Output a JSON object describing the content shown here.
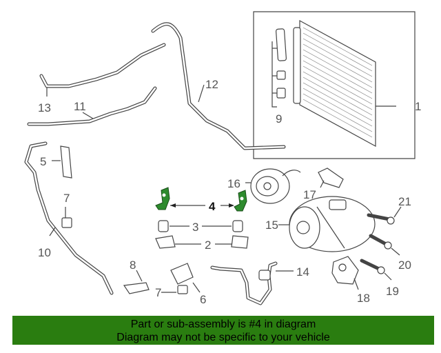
{
  "callouts": {
    "c1": "1",
    "c2": "2",
    "c3": "3",
    "c4": "4",
    "c5": "5",
    "c6": "6",
    "c7a": "7",
    "c7b": "7",
    "c8": "8",
    "c9": "9",
    "c10": "10",
    "c11": "11",
    "c12": "12",
    "c13": "13",
    "c14": "14",
    "c15": "15",
    "c16": "16",
    "c17": "17",
    "c18": "18",
    "c19": "19",
    "c20": "20",
    "c21": "21"
  },
  "highlight_color": "#2e8b2e",
  "banner": {
    "line1": "Part or sub-assembly is #4 in diagram",
    "line2": "Diagram may not be specific to your vehicle",
    "color": "#2a7d10"
  }
}
